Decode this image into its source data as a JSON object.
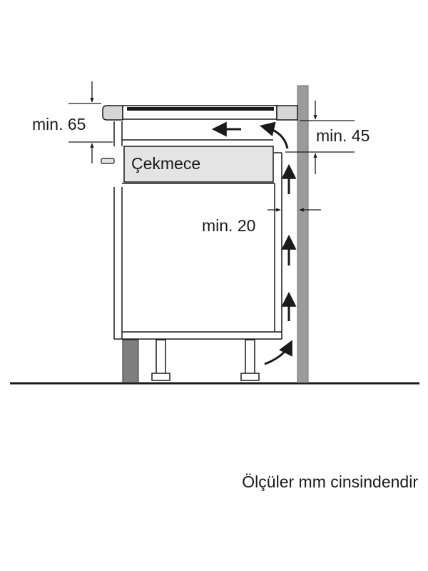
{
  "labels": {
    "drawer": "Çekmece",
    "min_65": "min. 65",
    "min_45": "min. 45",
    "min_20": "min. 20"
  },
  "footer": {
    "units_note": "Ölçüler mm cinsindendir"
  },
  "colors": {
    "line": "#1a1a1a",
    "wall": "#9b9b9b",
    "hob_gray": "#d6d6d6",
    "plinth": "#7f7f7f",
    "drawer_fill": "#e4e4e4"
  }
}
